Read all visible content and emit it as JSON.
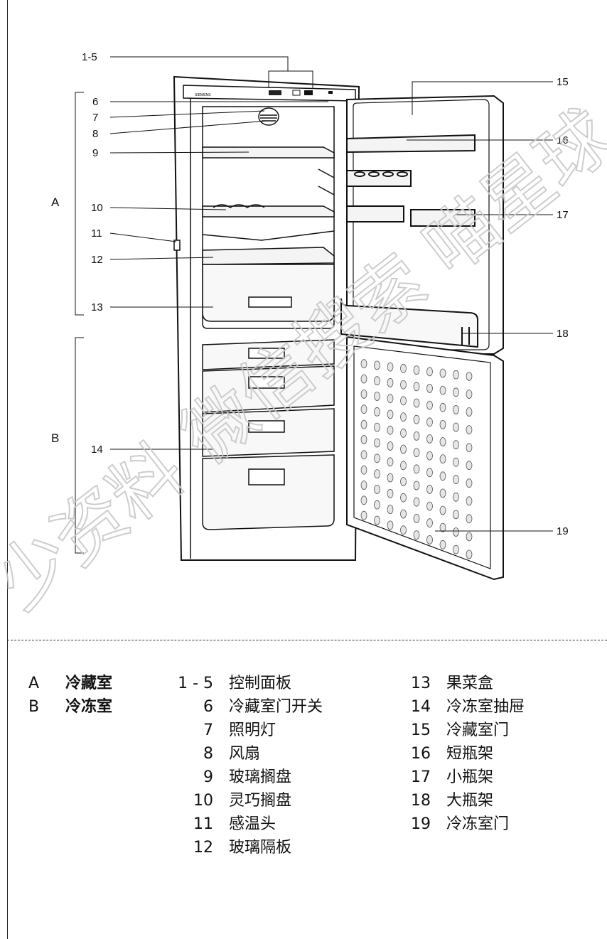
{
  "figure": {
    "brand_label": "SIEMENS",
    "callouts": [
      "1-5",
      "6",
      "7",
      "8",
      "9",
      "10",
      "11",
      "12",
      "13",
      "14",
      "15",
      "16",
      "17",
      "18",
      "19"
    ],
    "zone_labels": [
      "A",
      "B"
    ]
  },
  "legend": {
    "zones": [
      {
        "letter": "A",
        "name": "冷藏室"
      },
      {
        "letter": "B",
        "name": "冷冻室"
      }
    ],
    "parts_col1": [
      {
        "num": "1 - 5",
        "name": "控制面板"
      },
      {
        "num": "6",
        "name": "冷藏室门开关"
      },
      {
        "num": "7",
        "name": "照明灯"
      },
      {
        "num": "8",
        "name": "风扇"
      },
      {
        "num": "9",
        "name": "玻璃搁盘"
      },
      {
        "num": "10",
        "name": "灵巧搁盘"
      },
      {
        "num": "11",
        "name": "感温头"
      },
      {
        "num": "12",
        "name": "玻璃隔板"
      }
    ],
    "parts_col2": [
      {
        "num": "13",
        "name": "果菜盒"
      },
      {
        "num": "14",
        "name": "冷冻室抽屉"
      },
      {
        "num": "15",
        "name": "冷藏室门"
      },
      {
        "num": "16",
        "name": "短瓶架"
      },
      {
        "num": "17",
        "name": "小瓶架"
      },
      {
        "num": "18",
        "name": "大瓶架"
      },
      {
        "num": "19",
        "name": "冷冻室门"
      }
    ]
  },
  "watermark": {
    "text": "少资料 微信搜索 喵星球",
    "color": "#c8c8c8"
  }
}
